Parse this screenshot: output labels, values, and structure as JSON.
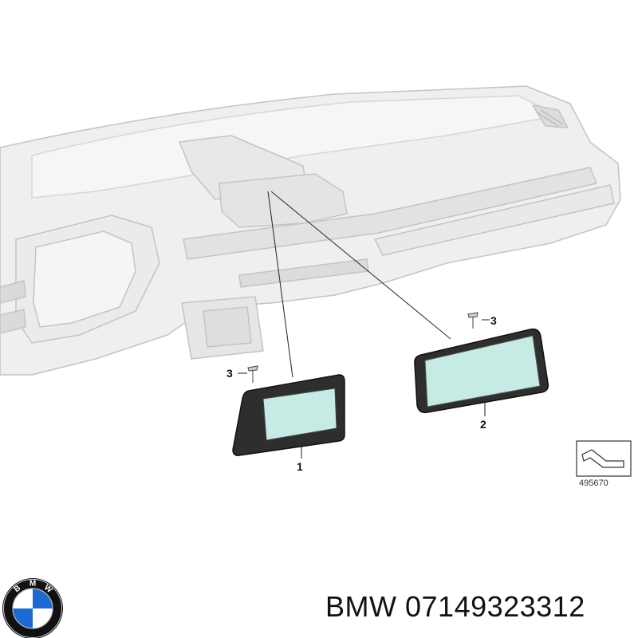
{
  "callouts": {
    "display_1": "1",
    "display_2": "2",
    "screw_3_left": "3",
    "screw_3_right": "3"
  },
  "reference_number": "495670",
  "brand": {
    "name": "BMW",
    "part_number": "07149323312",
    "logo_letters": "BMW",
    "logo_colors": {
      "blue": "#1c69d4",
      "white": "#ffffff",
      "ring": "#111111"
    }
  },
  "colors": {
    "dashboard_fill": "#efefef",
    "dashboard_stroke": "#c4c4c4",
    "bezel": "#2e2e2e",
    "glass": "#c6ebe5",
    "leader": "#333333"
  }
}
